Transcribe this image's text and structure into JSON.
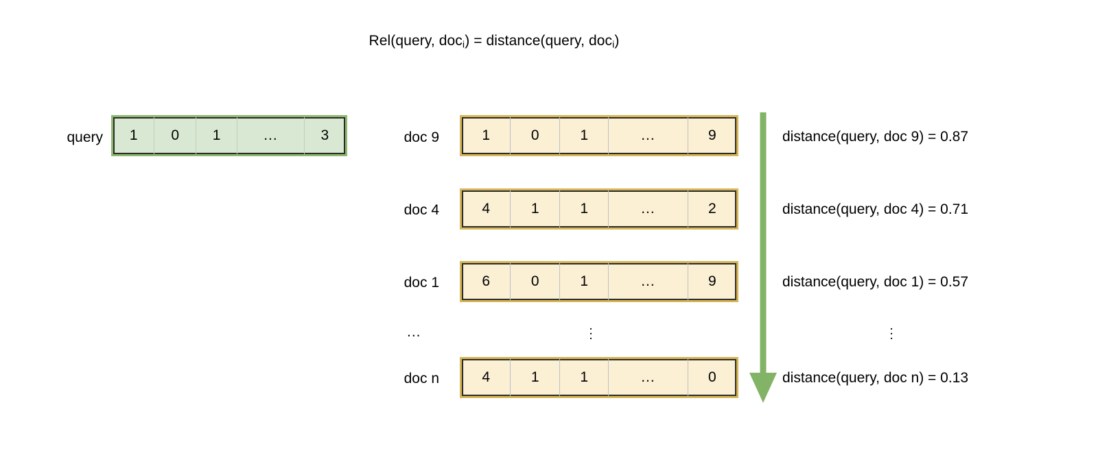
{
  "diagram": {
    "title_prefix": "Rel(query, doc",
    "title_sub1": "i",
    "title_mid": ") = distance(query, doc",
    "title_sub2": "i",
    "title_suffix": ")",
    "title_plain": "Rel(query, doc_i) = distance(query, doc_i)",
    "colors": {
      "query_fill": "#d8e8d2",
      "query_border": "#8cb96e",
      "doc_fill": "#fbefd4",
      "doc_border": "#d6b656",
      "inner_border": "#2b2b2b",
      "arrow": "#82b366",
      "text": "#000000"
    },
    "query": {
      "label": "query",
      "cells": [
        "1",
        "0",
        "1",
        "...",
        "3"
      ]
    },
    "docs": [
      {
        "label": "doc 9",
        "cells": [
          "1",
          "0",
          "1",
          "...",
          "9"
        ],
        "distance": "distance(query, doc 9) = 0.87",
        "distance_value": 0.87
      },
      {
        "label": "doc 4",
        "cells": [
          "4",
          "1",
          "1",
          "...",
          "2"
        ],
        "distance": "distance(query, doc 4) = 0.71",
        "distance_value": 0.71
      },
      {
        "label": "doc 1",
        "cells": [
          "6",
          "0",
          "1",
          "...",
          "9"
        ],
        "distance": "distance(query, doc 1) = 0.57",
        "distance_value": 0.57
      },
      {
        "label": "doc n",
        "cells": [
          "4",
          "1",
          "1",
          "...",
          "0"
        ],
        "distance": "distance(query, doc n) = 0.13",
        "distance_value": 0.13
      }
    ],
    "ellipsis": {
      "label_dots": "...",
      "vector_dots": "⋮",
      "distance_dots": "⋮"
    },
    "arrow": {
      "direction": "down",
      "meaning": "decreasing distance"
    }
  }
}
